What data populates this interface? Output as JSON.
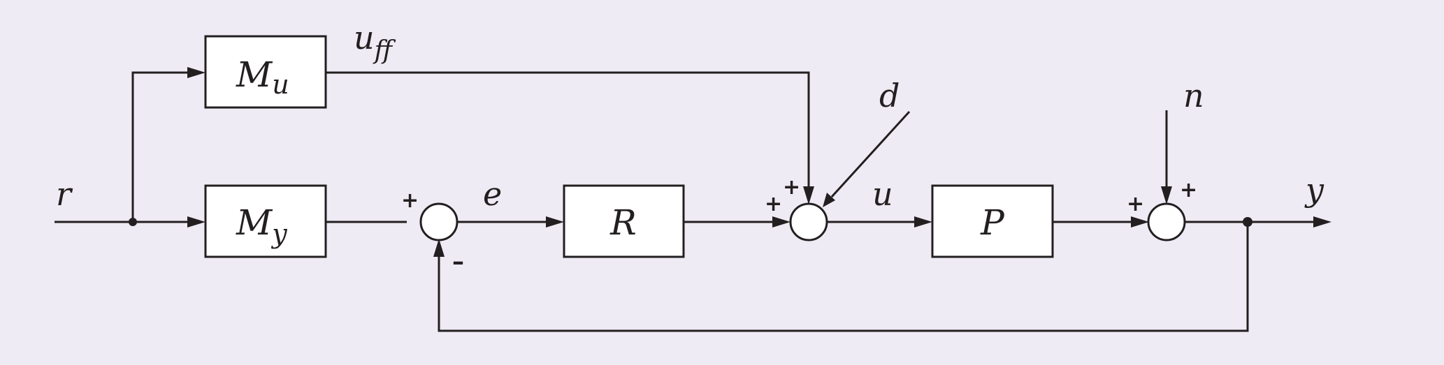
{
  "colors": {
    "background": "#eeebf4",
    "ink": "#231f20",
    "block_fill": "#ffffff"
  },
  "signals": {
    "r": "r",
    "uff_main": "u",
    "uff_sub": "ff",
    "d": "d",
    "n": "n",
    "e": "e",
    "u": "u",
    "y": "y"
  },
  "blocks": {
    "Mu": {
      "main": "M",
      "sub": "u"
    },
    "My": {
      "main": "M",
      "sub": "y"
    },
    "R": "R",
    "P": "P"
  },
  "signs": {
    "sum1_top": "+",
    "sum1_bottom": "–",
    "sum2_left": "+",
    "sum2_top": "+",
    "sum3_left": "+",
    "sum3_top": "+"
  }
}
